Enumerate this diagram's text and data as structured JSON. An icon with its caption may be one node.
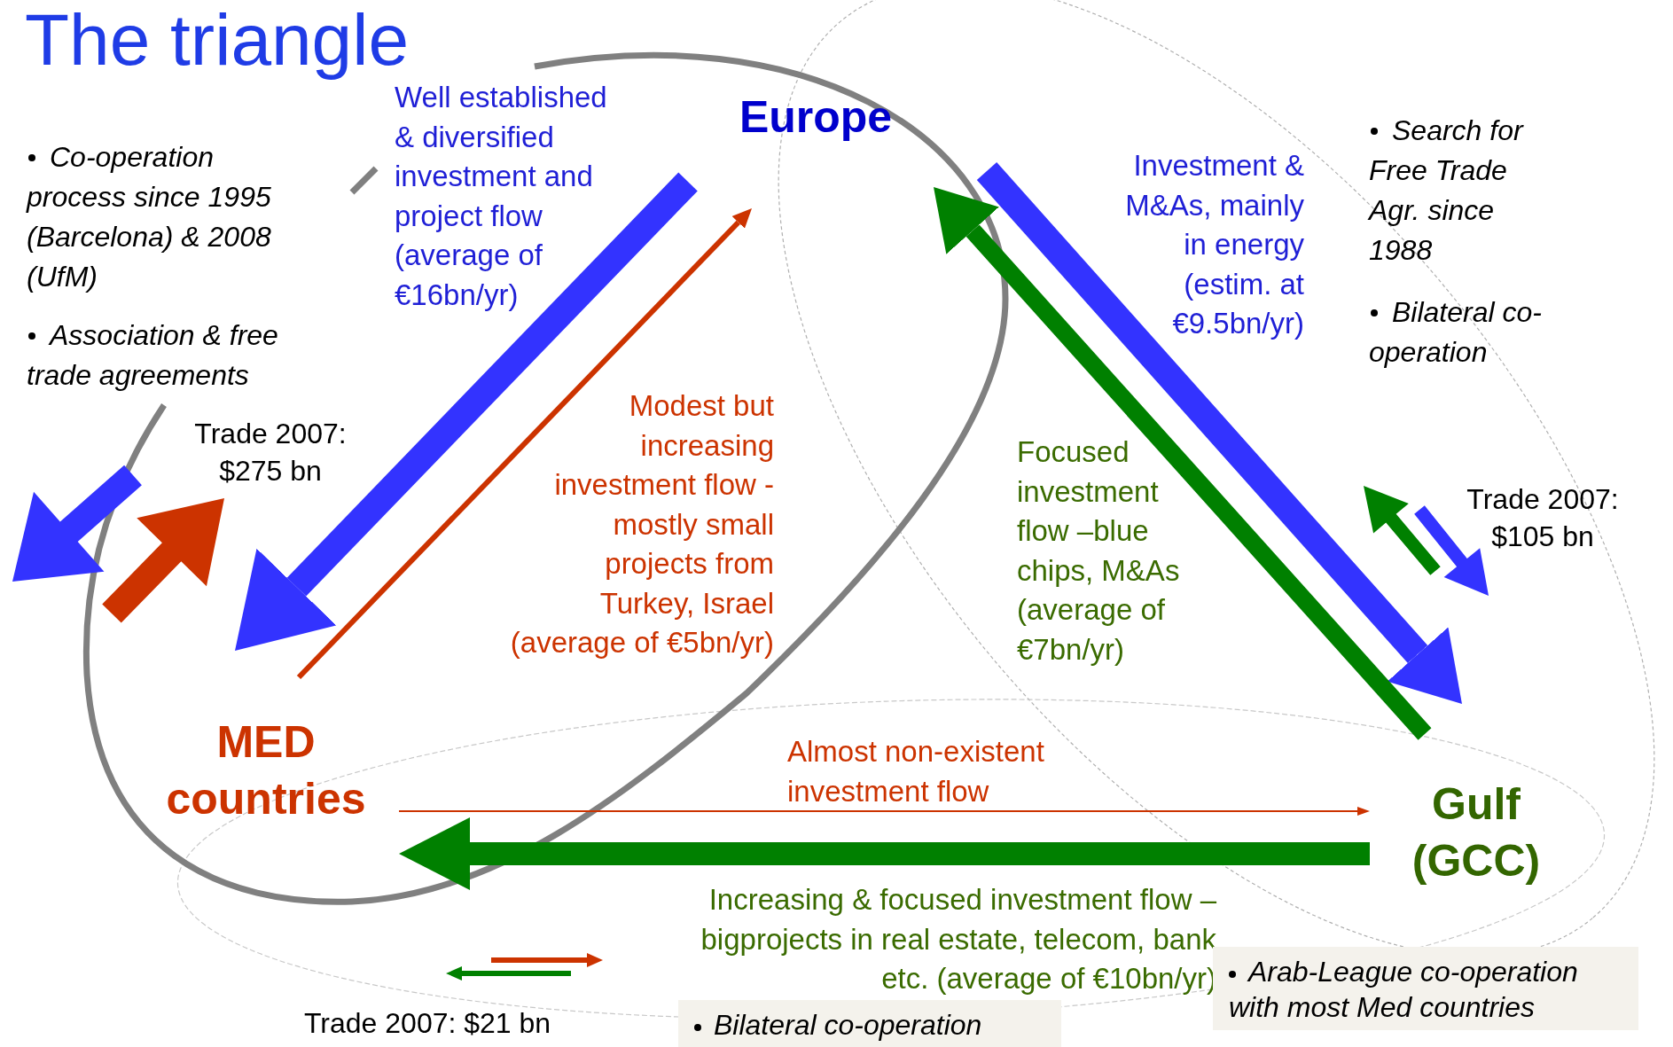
{
  "diagram": {
    "title": "The triangle",
    "nodes": [
      {
        "text": [
          "Europe"
        ]
      },
      {
        "text": [
          "MED countries"
        ]
      },
      {
        "text": [
          "Gulf (GCC)"
        ]
      }
    ],
    "edges": [
      {
        "from": 0,
        "to": 1,
        "arrow": "to",
        "color": "#3333ff",
        "label": "Well established & diversified investment and project flow (average of €16bn/yr)"
      },
      {
        "from": 1,
        "to": 0,
        "arrow": "to",
        "color": "#cc3300",
        "label": "Modest but increasing investment flow - mostly small projects from Turkey, Israel (average of €5bn/yr)"
      },
      {
        "from": 0,
        "to": 2,
        "arrow": "to",
        "color": "#3333ff",
        "label": "Investment & M&As, mainly in energy (estim. at €9.5bn/yr)"
      },
      {
        "from": 2,
        "to": 0,
        "arrow": "to",
        "color": "#008000",
        "label": "Focused investment flow –blue chips, M&As (average of €7bn/yr)"
      },
      {
        "from": 1,
        "to": 2,
        "arrow": "to",
        "color": "#cc3300",
        "label": "Almost non-existent investment flow"
      },
      {
        "from": 2,
        "to": 1,
        "arrow": "to",
        "color": "#008000",
        "label": "Increasing & focused investment flow – bigprojects in real estate, telecom, bank etc. (average of €10bn/yr)"
      }
    ],
    "labels": [
      "Co-operation process since 1995 (Barcelona) & 2008 (UfM)",
      "Association & free trade agreements",
      "Trade 2007: $275 bn",
      "Search for Free Trade Agr. since 1988",
      "Bilateral co-operation",
      "Trade 2007: $105 bn",
      "Trade 2007: $21 bn",
      "Bilateral co-operation",
      "Arab-League co-operation with most Med countries"
    ]
  }
}
